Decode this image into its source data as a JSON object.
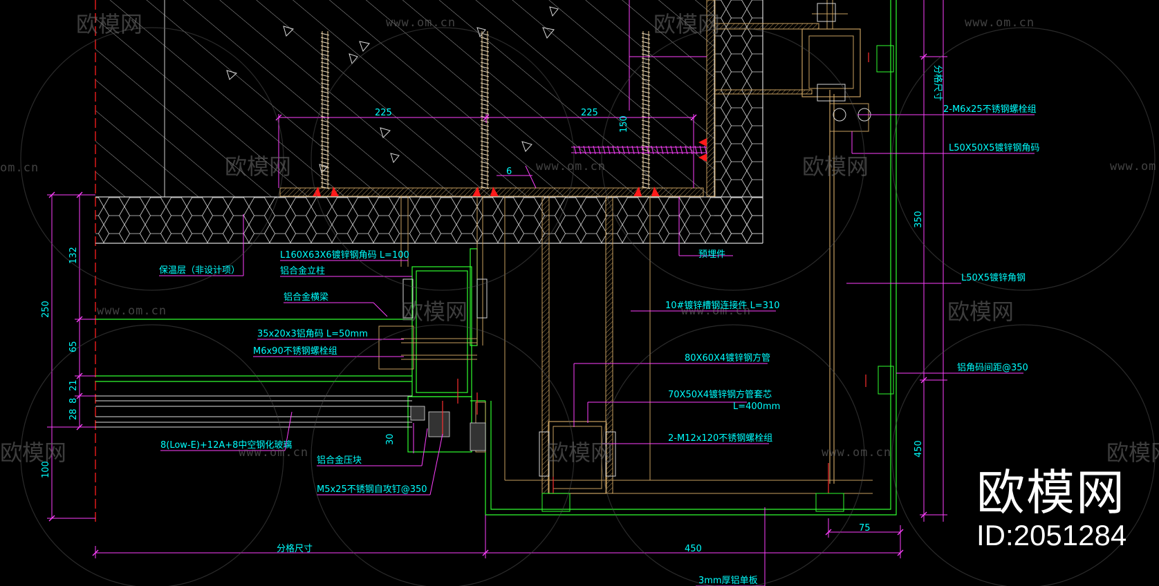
{
  "brand": {
    "name": "欧模网",
    "id": "ID:2051284"
  },
  "watermark": {
    "text": "欧模网",
    "url": "www.om.cn",
    "url_short": "om.cn"
  },
  "dimensions": {
    "top_225_left": "225",
    "top_225_right": "225",
    "v150": "150",
    "weld6": "6",
    "v132": "132",
    "v250": "250",
    "v65": "65",
    "v21": "21",
    "v8": "8",
    "v28": "28",
    "v100": "100",
    "v30": "30",
    "v350": "350",
    "v450_right": "450",
    "v75": "75",
    "bottom_450": "450",
    "grid_size_bottom": "分格尺寸",
    "grid_size_right": "分格尺寸"
  },
  "labels": {
    "insulation": "保温层（非设计项）",
    "angle_code": "L160X63X6镀锌钢角码 L=100",
    "al_mullion": "铝合金立柱",
    "al_transom": "铝合金横梁",
    "al_angle": "35x20x3铝角码   L=50mm",
    "m6_bolt": "M6x90不锈钢螺栓组",
    "glass": "8(Low-E)+12A+8中空钢化玻璃",
    "pressure_block": "铝合金压块",
    "screw": "M5x25不锈钢自攻钉@350",
    "embed": "预埋件",
    "connector": "10#镀锌槽钢连接件 L=310",
    "tube80": "80X60X4镀锌钢方管",
    "tube70": "70X50X4镀锌钢方管套芯",
    "tube70_len": "L=400mm",
    "bolt_m12": "2-M12x120不锈钢螺栓组",
    "bolt_m6": "2-M6x25不锈钢螺栓组",
    "angle50x50": "L50X50X5镀锌钢角码",
    "angle50": "L50X5镀锌角钢",
    "al_spacing": "铝角码间距@350",
    "al_panel": "3mm厚铝单板"
  }
}
